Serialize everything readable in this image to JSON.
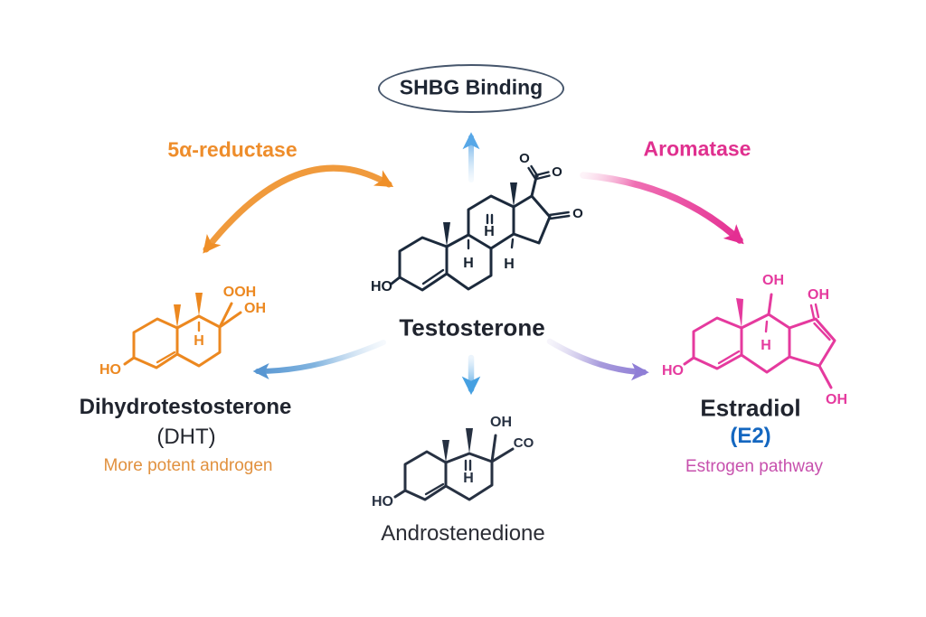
{
  "diagram": {
    "center": {
      "label": "Testosterone"
    },
    "shbg": {
      "label": "SHBG Binding"
    },
    "enzymes": {
      "reductase": "5α-reductase",
      "aromatase": "Aromatase"
    },
    "dht": {
      "name": "Dihydrotestosterone",
      "abbr": "(DHT)",
      "note": "More potent androgen"
    },
    "estradiol": {
      "name": "Estradiol",
      "abbr": "(E2)",
      "note": "Estrogen pathway"
    },
    "androstenedione": {
      "name": "Androstenedione"
    },
    "atoms": {
      "testosterone": {
        "ho": "HO",
        "h9": "H",
        "h8": "H",
        "h14": "H",
        "o_top": "O",
        "o_side": "O",
        "o_ring": "O"
      },
      "dht": {
        "ho": "HO",
        "h": "H",
        "ooh": "OOH",
        "oh": "OH"
      },
      "estradiol": {
        "ho": "HO",
        "h": "H",
        "oh_top": "OH",
        "oh_ring": "OH",
        "oh_bottom": "OH"
      },
      "androstenedione": {
        "ho": "HO",
        "h": "H",
        "oh": "OH",
        "co": "CO"
      }
    },
    "edges": [
      {
        "from": "Testosterone",
        "to": "SHBG Binding",
        "enzyme": ""
      },
      {
        "from": "Testosterone",
        "to": "Dihydrotestosterone (DHT)",
        "enzyme": "5α-reductase"
      },
      {
        "from": "Testosterone",
        "to": "Estradiol (E2)",
        "enzyme": "Aromatase"
      },
      {
        "from": "Testosterone",
        "to": "Androstenedione",
        "enzyme": ""
      }
    ],
    "colors": {
      "androgen_orange": "#EE8D2B",
      "estrogen_pink": "#E0308F",
      "arrow_blue": "#55A7E3",
      "arrow_purple": "#8F7ED6",
      "structure_dark": "#1E2A3C",
      "e2_blue": "#1467C0",
      "estrogen_note_pink": "#C750AD",
      "androgen_note_orange": "#E1913F"
    }
  }
}
